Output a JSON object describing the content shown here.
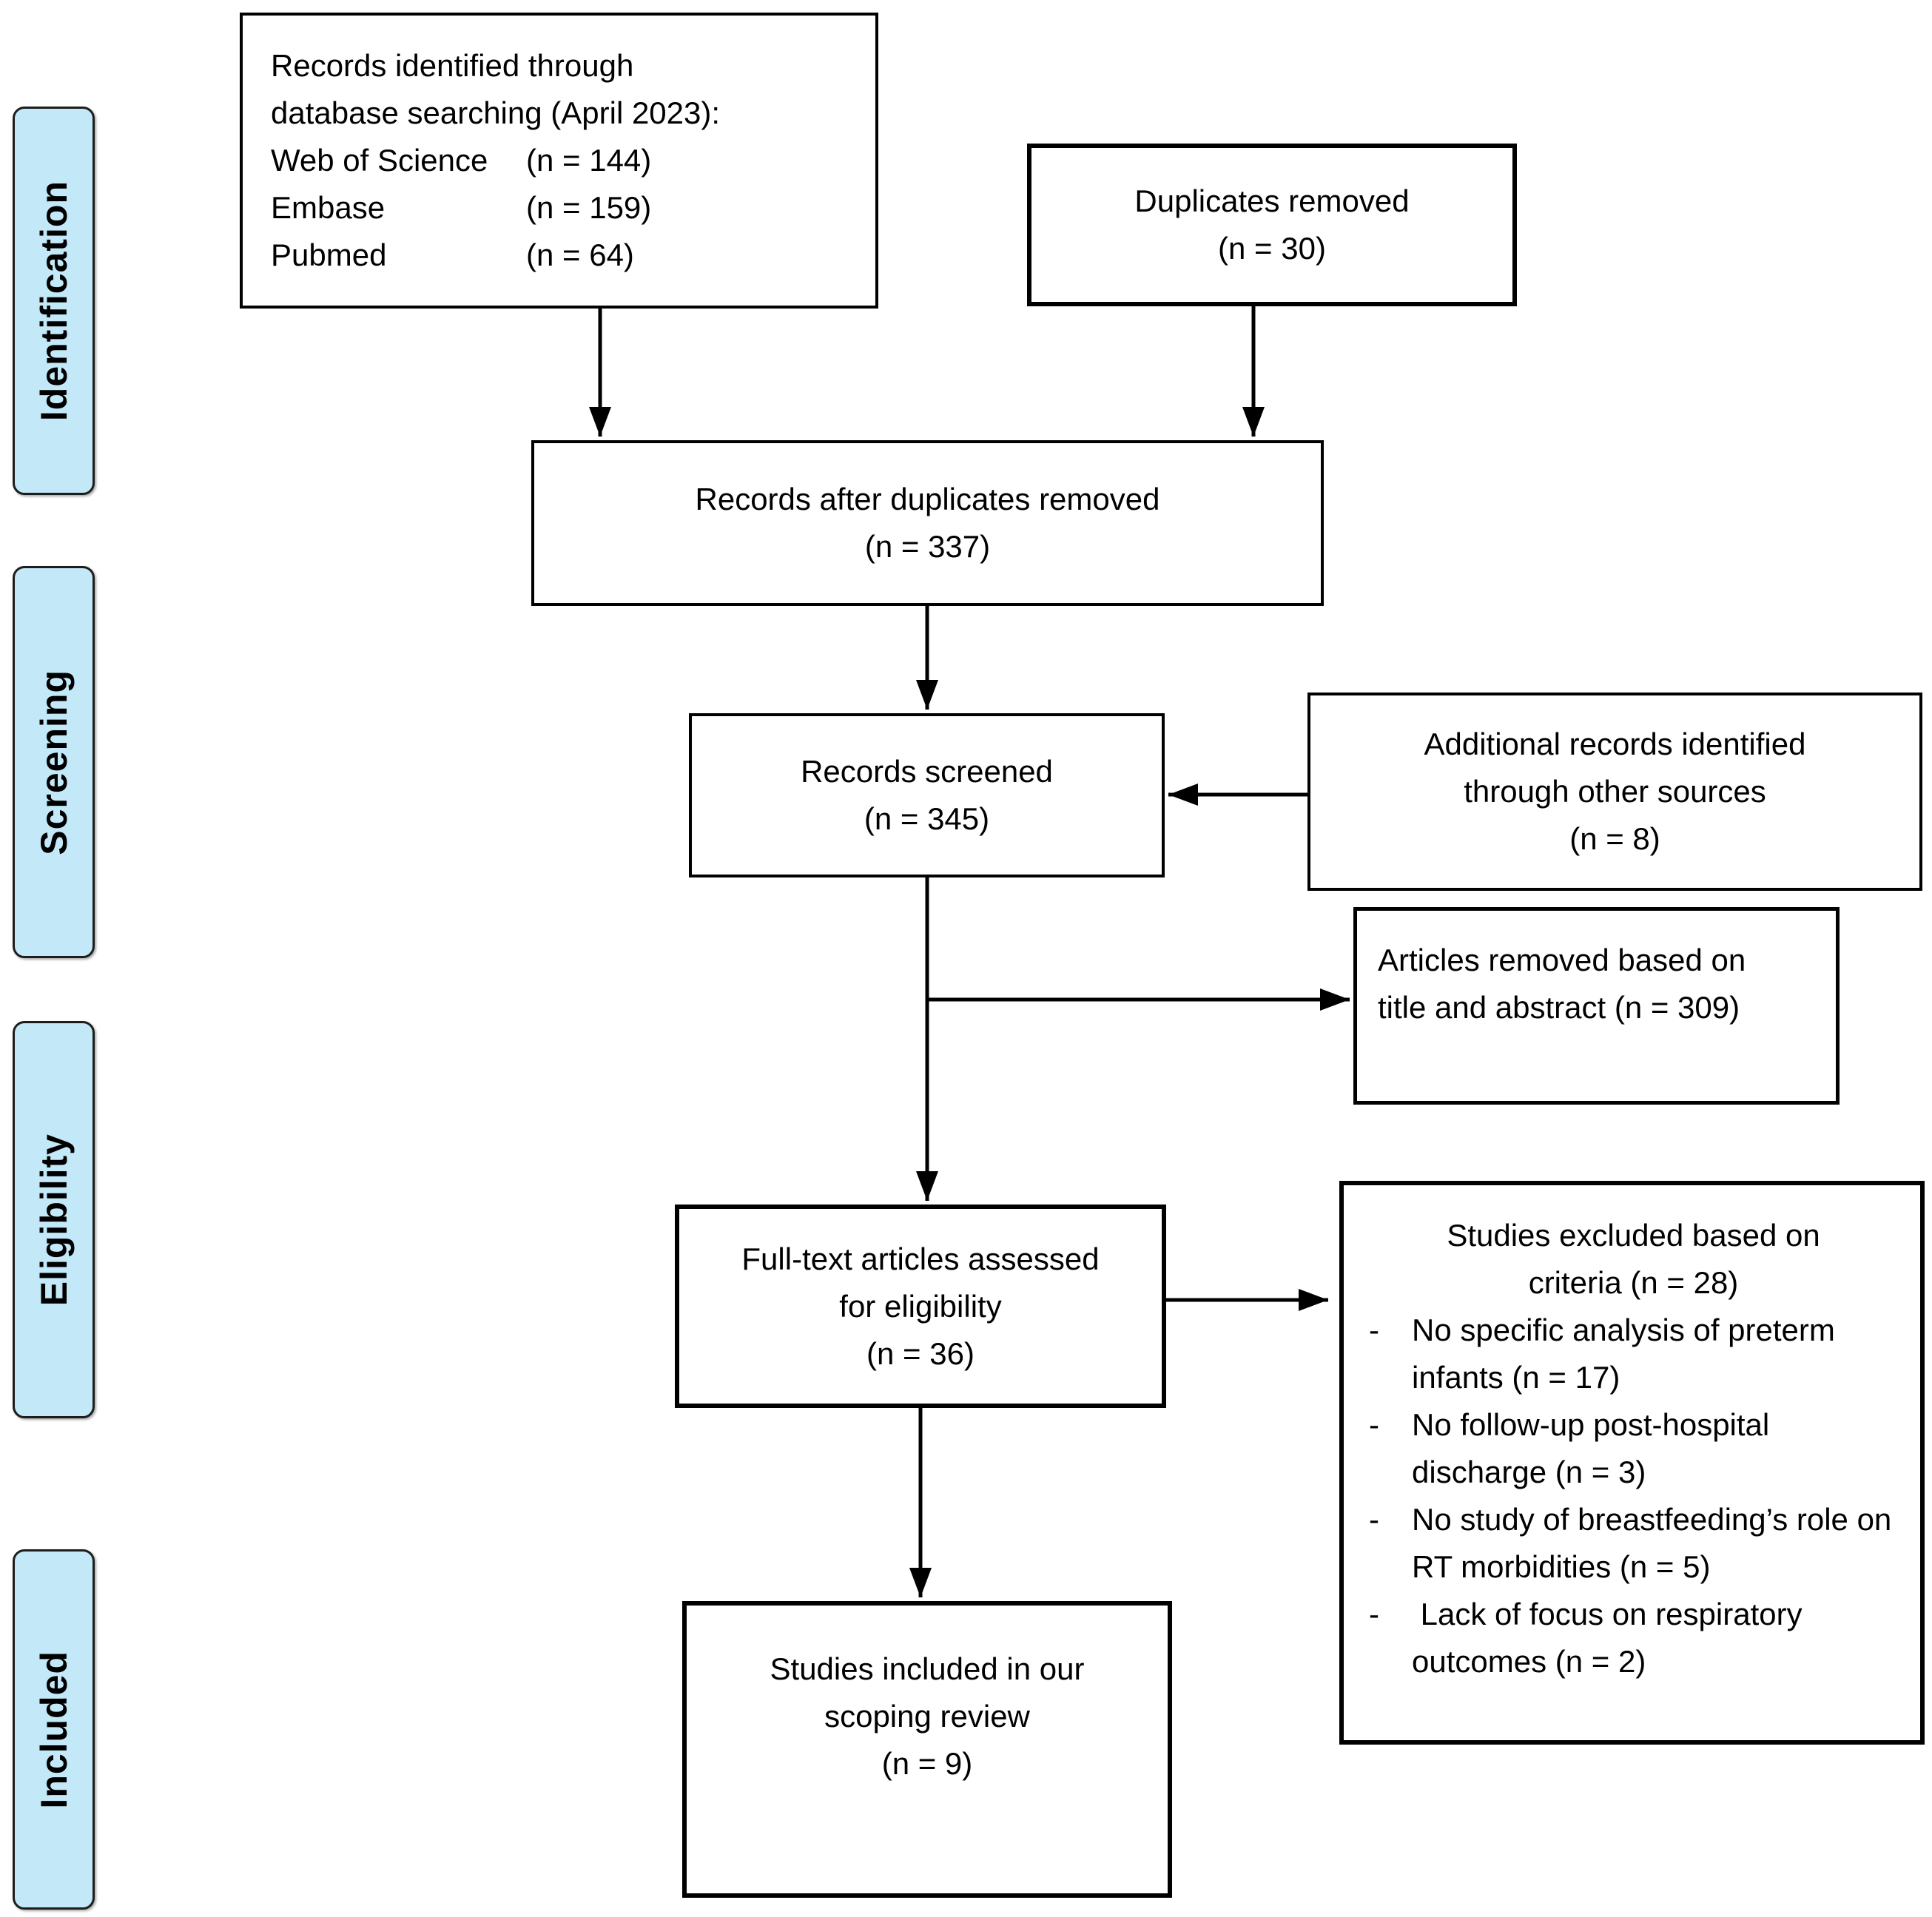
{
  "stages": [
    "Identification",
    "Screening",
    "Eligibility",
    "Included"
  ],
  "boxes": {
    "identified": {
      "lines": [
        "Records identified through",
        "database searching (April 2023):"
      ],
      "sources": [
        {
          "name": "Web of Science",
          "count": "(n = 144)"
        },
        {
          "name": "Embase",
          "count": "(n = 159)"
        },
        {
          "name": "Pubmed",
          "count": "(n = 64)"
        }
      ]
    },
    "duplicates": {
      "lines": [
        "Duplicates removed",
        "(n = 30)"
      ]
    },
    "after_duplicates": {
      "lines": [
        "Records after duplicates removed",
        "(n = 337)"
      ]
    },
    "screened": {
      "lines": [
        "Records screened",
        "(n = 345)"
      ]
    },
    "additional": {
      "lines": [
        "Additional records identified",
        "through other sources",
        "(n = 8)"
      ]
    },
    "removed_title_abstract": {
      "lines": [
        "Articles removed based on",
        "title and abstract (n = 309)"
      ]
    },
    "fulltext": {
      "lines": [
        "Full-text articles assessed",
        "for eligibility",
        "(n = 36)"
      ]
    },
    "excluded": {
      "title_lines": [
        "Studies excluded based on",
        "criteria (n = 28)"
      ],
      "marker": "-",
      "reasons": [
        "No specific analysis of preterm infants (n = 17)",
        "No follow-up post-hospital discharge (n = 3)",
        "No study of breastfeeding’s role on RT morbidities (n = 5)",
        " Lack of focus on respiratory outcomes (n = 2)"
      ]
    },
    "included": {
      "lines": [
        "Studies included in our",
        "scoping review",
        "(n = 9)"
      ]
    }
  },
  "colors": {
    "stage_fill": "#c3e8f8",
    "stage_border": "#1d1d1d",
    "box_border": "#000000",
    "arrow": "#000000",
    "background": "#ffffff",
    "text": "#000000"
  }
}
